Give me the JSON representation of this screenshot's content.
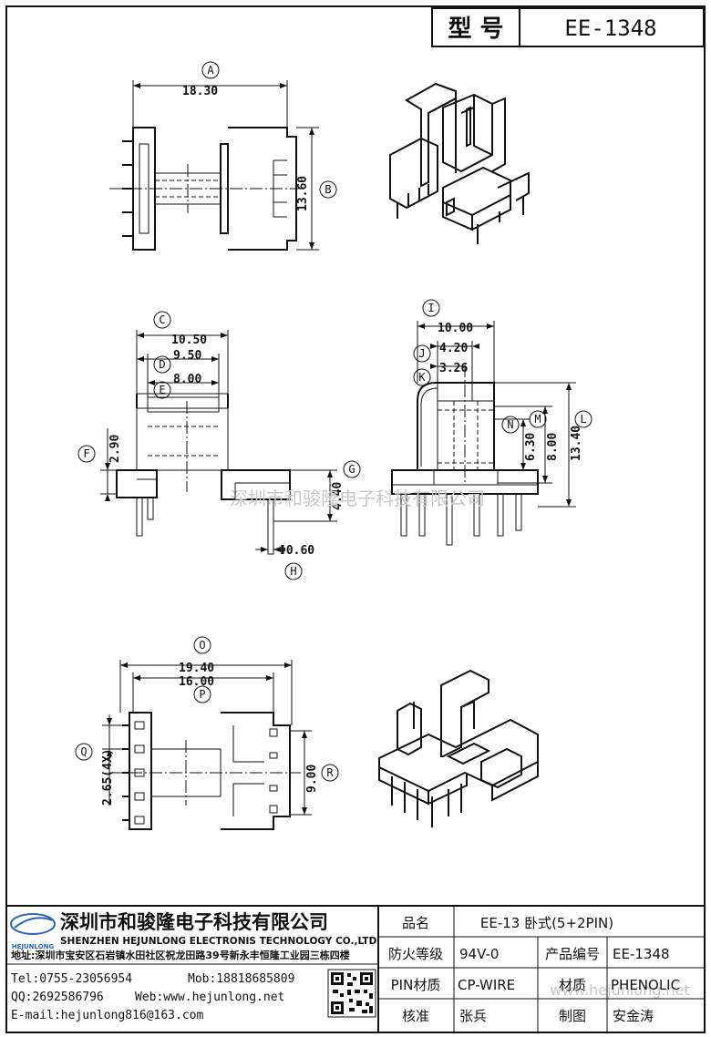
{
  "model": {
    "label": "型 号",
    "value": "EE-1348"
  },
  "views": {
    "top": {
      "dim_a": "18.30",
      "dim_b": "13.60",
      "tag_a": "A",
      "tag_b": "B"
    },
    "side": {
      "dim_c": "10.50",
      "dim_d": "9.50",
      "dim_e": "8.00",
      "dim_f": "2.90",
      "dim_g": "4.40",
      "dim_h": "Φ0.60",
      "tag_c": "C",
      "tag_d": "D",
      "tag_e": "E",
      "tag_f": "F",
      "tag_g": "G",
      "tag_h": "H"
    },
    "front": {
      "dim_i": "10.00",
      "dim_j": "4.20",
      "dim_k": "3.26",
      "dim_l": "13.40",
      "dim_m": "8.00",
      "dim_n": "6.30",
      "tag_i": "I",
      "tag_j": "J",
      "tag_k": "K",
      "tag_l": "L",
      "tag_m": "M",
      "tag_n": "N"
    },
    "bottom": {
      "dim_o": "19.40",
      "dim_p": "16.00",
      "dim_q": "2.65(4X)",
      "dim_r": "9.00",
      "tag_o": "O",
      "tag_p": "P",
      "tag_q": "Q",
      "tag_r": "R"
    }
  },
  "watermark": "深圳市和骏隆电子科技有限公司",
  "watermark2": "www.hejunlong.net",
  "company": {
    "logo": "HEJUNLONG",
    "name_cn": "深圳市和骏隆电子科技有限公司",
    "name_en": "SHENZHEN HEJUNLONG ELECTRONIS TECHNOLOGY CO.,LTD",
    "address": "地址:深圳市宝安区石岩镇水田社区祝龙田路39号新永丰恒隆工业园三栋四楼",
    "tel": "Tel:0755-23056954",
    "mob": "Mob:18818685809",
    "qq": "QQ:2692586796",
    "web": "Web:www.hejunlong.net",
    "email": "E-mail:hejunlong816@163.com"
  },
  "table": {
    "name_label": "品名",
    "name_value": "EE-13 卧式(5+2PIN)",
    "fire_label": "防火等级",
    "fire_value": "94V-0",
    "code_label": "产品编号",
    "code_value": "EE-1348",
    "pin_label": "PIN材质",
    "pin_value": "CP-WIRE",
    "mat_label": "材质",
    "mat_value": "PHENOLIC",
    "check_label": "核准",
    "check_value": "张兵",
    "draw_label": "制图",
    "draw_value": "安金涛"
  },
  "colors": {
    "line": "#111111",
    "watermark": "#c8c8c8",
    "logo": "#2a63b8"
  }
}
